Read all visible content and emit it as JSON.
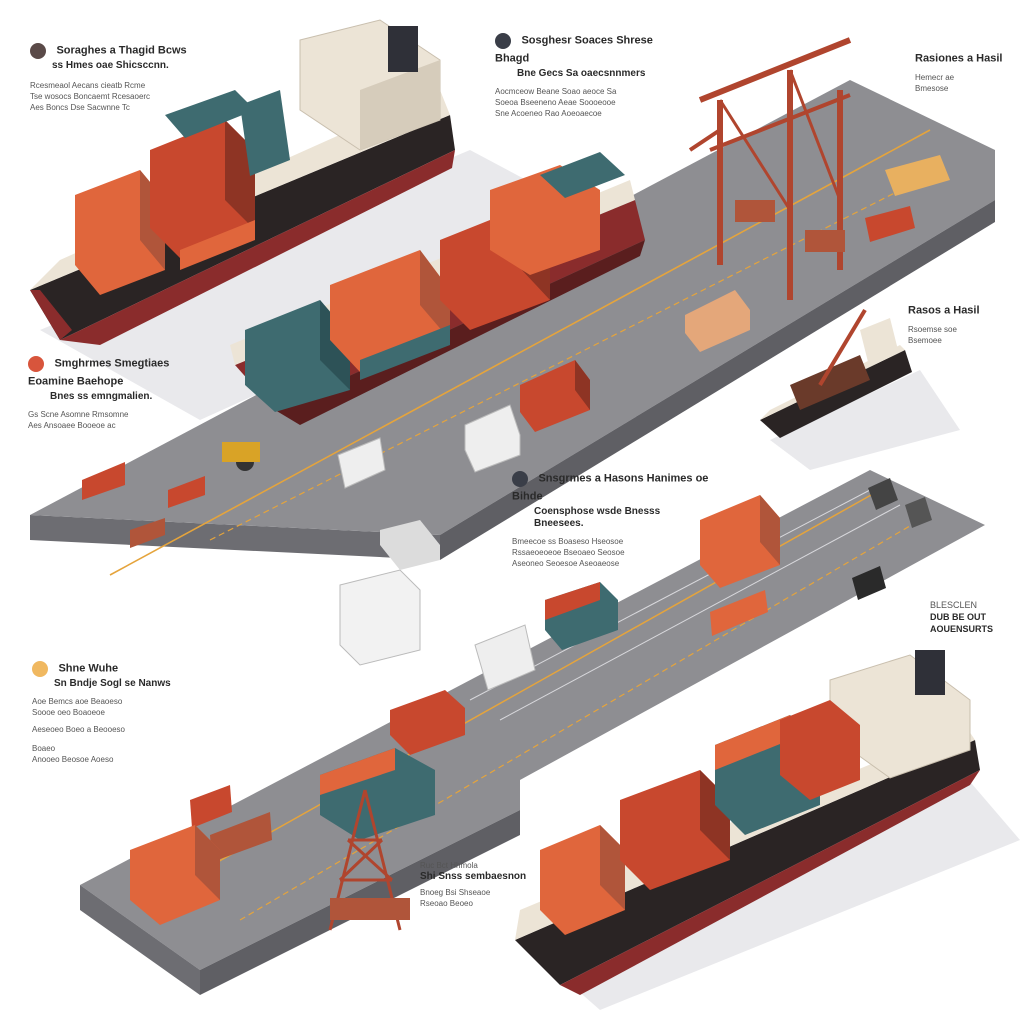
{
  "callouts": {
    "c1": {
      "title": "Soraghes a Thagid Bcws",
      "subtitle": "ss Hmes oae Shicsccnn.",
      "lines": [
        "Rcesmeaol Aecans cieatb Rcme",
        "Tse wosocs Boncaemt Rcesaoerc",
        "Aes Boncs Dse Sacwnne Tc"
      ],
      "dot_color": "#5a4a48"
    },
    "c2": {
      "title": "Sosghesr Soaces Shrese Bhagd",
      "subtitle": "Bne Gecs Sa oaecsnnmers",
      "lines": [
        "Aocmceow Beane Soao aeoce Sa",
        "Soeoa Bseeneno Aeae Soooeooe",
        "Sne Acoeneo Rao Aoeoaecoe"
      ],
      "dot_color": "#3a3e48"
    },
    "c3": {
      "title": "Rasiones a Hasil",
      "lines": [
        "Hemecr ae",
        "Bmesose"
      ]
    },
    "c4": {
      "title": "Smghrmes Smegtiaes Eoamine Baehope",
      "subtitle": "Bnes ss emngmalien.",
      "lines": [
        "Gs Scne Asomne Rmsomne",
        "Aes Ansoaee Booeoe ac"
      ],
      "dot_color": "#d8553c"
    },
    "c5": {
      "title": "Rasos a Hasil",
      "lines": [
        "Rsoemse soe",
        "Bsemoee"
      ]
    },
    "c6": {
      "title": "Snsgrmes a Hasons Hanimes oe Bihde",
      "subtitle": "Coensphose wsde Bnesss Bneesees.",
      "lines": [
        "Bmeecoe ss Boaseso Hseosoe",
        "Rssaeoeoeoe Bseoaeo Seosoe",
        "Aseoneo Seoesoe Aseoaeose"
      ],
      "dot_color": "#3a3e48"
    },
    "c7": {
      "title": "Shne Wuhe",
      "subtitle": "Sn Bndje Sogl se Nanws",
      "lines": [
        "Aoe Bemcs aoe Beaoeso",
        "Soooe oeo Boaoeoe",
        "Aeseoeo Boeo a Beooeso",
        "Boaeo",
        "Anooeo Beosoe Aoeso"
      ],
      "dot_color": "#f0b860"
    },
    "c8": {
      "title": "BLESCLEN",
      "subtitle": "DUB BE OUT AOUENSURTS"
    },
    "c9": {
      "title": "Ruc Bct Hhmola",
      "subtitle": "Shi Snss sembaesnon",
      "lines": [
        "Bnoeg Bsi Shseaoe",
        "Rseoao Beoeo"
      ]
    }
  },
  "palette": {
    "container_orange": "#e0663c",
    "container_red": "#c8482e",
    "container_teal": "#3e6b70",
    "container_brown": "#b0553a",
    "hull_dark": "#2a2424",
    "hull_red": "#8a2c2c",
    "dock_gray": "#8e8e92",
    "crane_red": "#b0452e",
    "deck_cream": "#ece4d6",
    "lane_orange": "#e5a43c"
  },
  "icons": [
    "container-ship-icon",
    "gantry-crane-icon",
    "container-stack-icon",
    "forklift-icon",
    "truck-icon",
    "tugboat-icon",
    "oil-derrick-icon",
    "warehouse-icon"
  ]
}
